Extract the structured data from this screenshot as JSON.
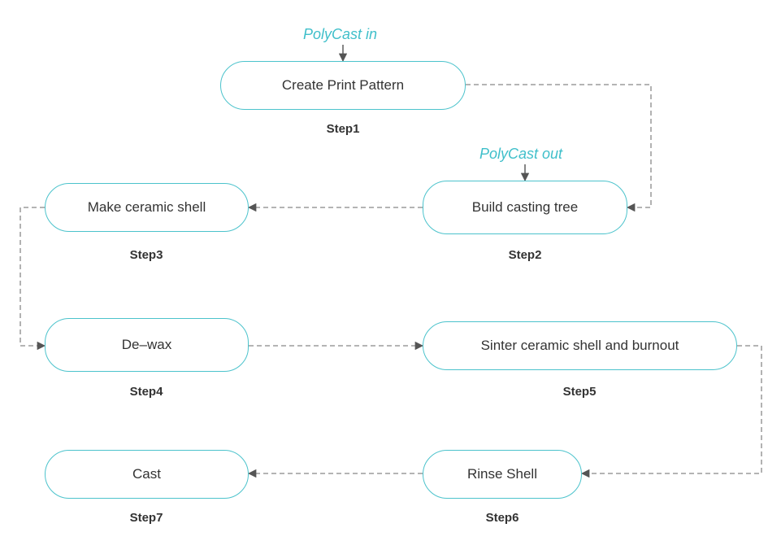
{
  "diagram": {
    "nodes": [
      {
        "id": "n1",
        "label": "Create Print Pattern",
        "step": "Step1"
      },
      {
        "id": "n2",
        "label": "Build casting tree",
        "step": "Step2"
      },
      {
        "id": "n3",
        "label": "Make ceramic shell",
        "step": "Step3"
      },
      {
        "id": "n4",
        "label": "De–wax",
        "step": "Step4"
      },
      {
        "id": "n5",
        "label": "Sinter ceramic shell and burnout",
        "step": "Step5"
      },
      {
        "id": "n6",
        "label": "Rinse Shell",
        "step": "Step6"
      },
      {
        "id": "n7",
        "label": "Cast",
        "step": "Step7"
      }
    ],
    "annotations": {
      "polycast_in": "PolyCast in",
      "polycast_out": "PolyCast out"
    },
    "edges": [
      {
        "from": "n1",
        "to": "n2",
        "style": "dashed"
      },
      {
        "from": "n2",
        "to": "n3",
        "style": "dashed"
      },
      {
        "from": "n3",
        "to": "n4",
        "style": "dashed"
      },
      {
        "from": "n4",
        "to": "n5",
        "style": "dashed"
      },
      {
        "from": "n5",
        "to": "n6",
        "style": "dashed"
      },
      {
        "from": "n6",
        "to": "n7",
        "style": "dashed"
      }
    ],
    "colors": {
      "node_border": "#4cc3cc",
      "annotation_text": "#3fbfca",
      "connector": "#888888",
      "text": "#333333"
    }
  }
}
